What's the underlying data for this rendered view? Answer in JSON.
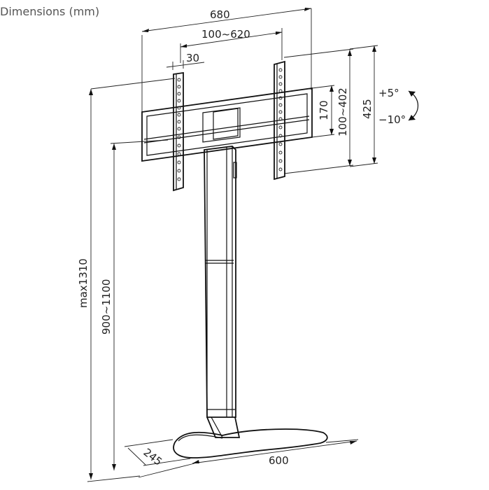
{
  "title": "Dimensions (mm)",
  "dimensions": {
    "overall_width": "680",
    "vesa_width": "100~620",
    "bracket_offset": "30",
    "bracket_height": "170",
    "vesa_height": "100~402",
    "panel_height": "425",
    "max_height": "max1310",
    "height_range": "900~1100",
    "base_depth": "245",
    "base_width": "600"
  },
  "tilt": {
    "up": "+5°",
    "down": "−10°"
  }
}
